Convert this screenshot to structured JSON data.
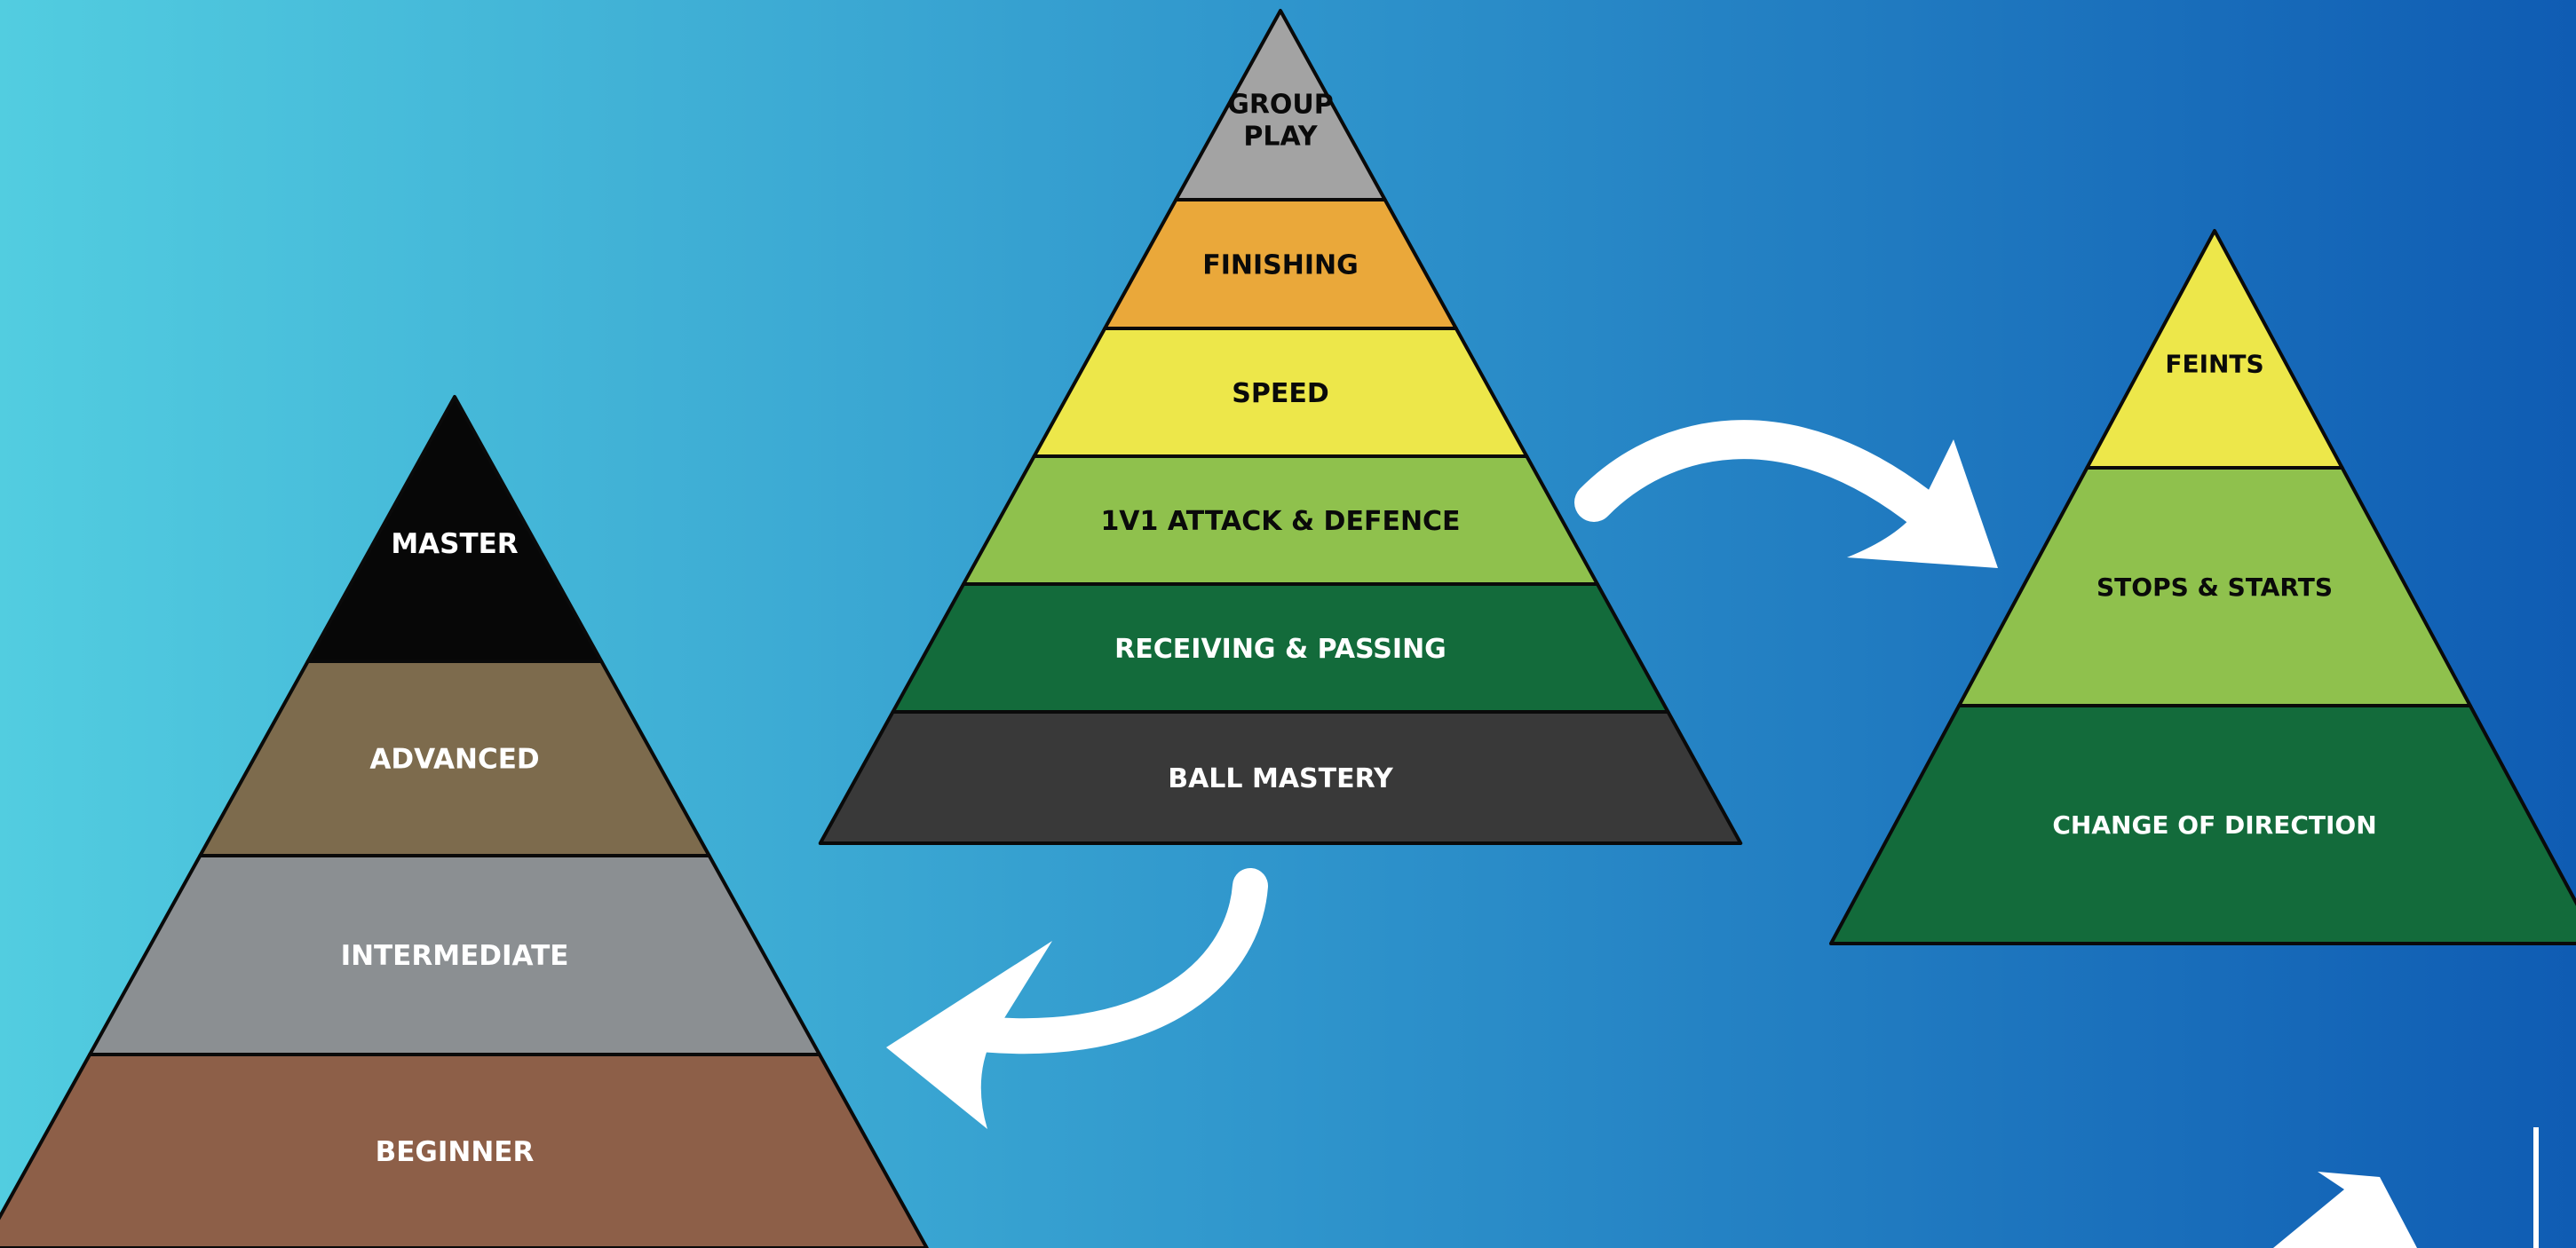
{
  "colors": {
    "bg_left": "#52cde0",
    "bg_mid": "#2f95cc",
    "bg_right": "#0f5cb3",
    "outline": "#0a0a0a",
    "arrow": "#ffffff"
  },
  "pyramids": [
    {
      "id": "skill-level",
      "layers": [
        {
          "label": "MASTER",
          "color": "#070707",
          "text_color": "#ffffff"
        },
        {
          "label": "ADVANCED",
          "color": "#7d6b4d",
          "text_color": "#ffffff"
        },
        {
          "label": "INTERMEDIATE",
          "color": "#8b8f92",
          "text_color": "#ffffff"
        },
        {
          "label": "BEGINNER",
          "color": "#8d5f48",
          "text_color": "#ffffff"
        }
      ]
    },
    {
      "id": "training-areas",
      "layers": [
        {
          "label": "GROUP\nPLAY",
          "color": "#a3a3a3",
          "text_color": "#0a0a0a"
        },
        {
          "label": "FINISHING",
          "color": "#eaa83a",
          "text_color": "#0a0a0a"
        },
        {
          "label": "SPEED",
          "color": "#ede74a",
          "text_color": "#0a0a0a"
        },
        {
          "label": "1V1 ATTACK & DEFENCE",
          "color": "#8fc14d",
          "text_color": "#0a0a0a"
        },
        {
          "label": "RECEIVING & PASSING",
          "color": "#136b3b",
          "text_color": "#ffffff"
        },
        {
          "label": "BALL MASTERY",
          "color": "#393939",
          "text_color": "#ffffff"
        }
      ]
    },
    {
      "id": "speed-components",
      "layers": [
        {
          "label": "FEINTS",
          "color": "#ede74a",
          "text_color": "#0a0a0a"
        },
        {
          "label": "STOPS & STARTS",
          "color": "#8fc14d",
          "text_color": "#0a0a0a"
        },
        {
          "label": "CHANGE OF DIRECTION",
          "color": "#136b3b",
          "text_color": "#ffffff"
        }
      ]
    }
  ]
}
